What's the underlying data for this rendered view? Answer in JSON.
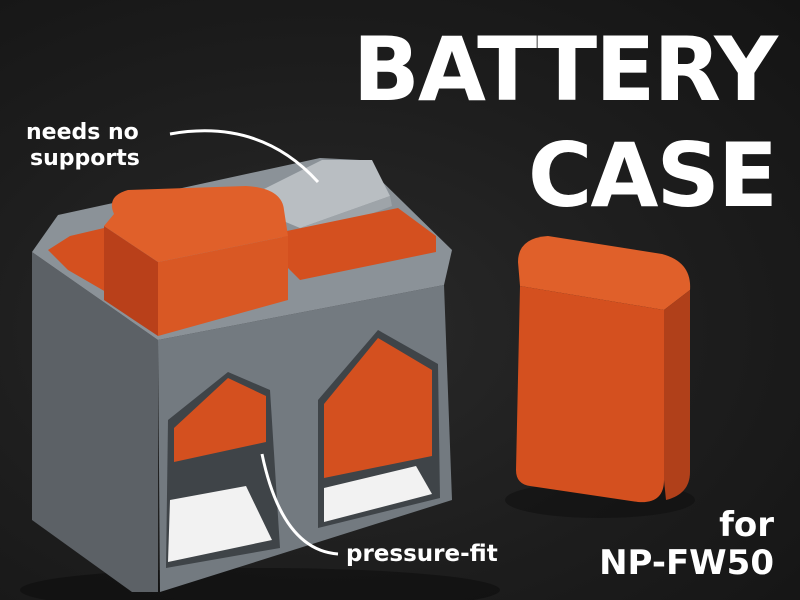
{
  "title": {
    "line1": "BATTERY",
    "line2": "CASE"
  },
  "subtitle": {
    "line1": "for",
    "line2": "NP-FW50"
  },
  "callouts": {
    "supports_line1": "needs no",
    "supports_line2": "supports",
    "fit": "pressure-fit"
  },
  "colors": {
    "background": "#1c1c1c",
    "case_gray": "#6e7479",
    "battery_orange": "#d4501f",
    "text": "#ffffff"
  }
}
